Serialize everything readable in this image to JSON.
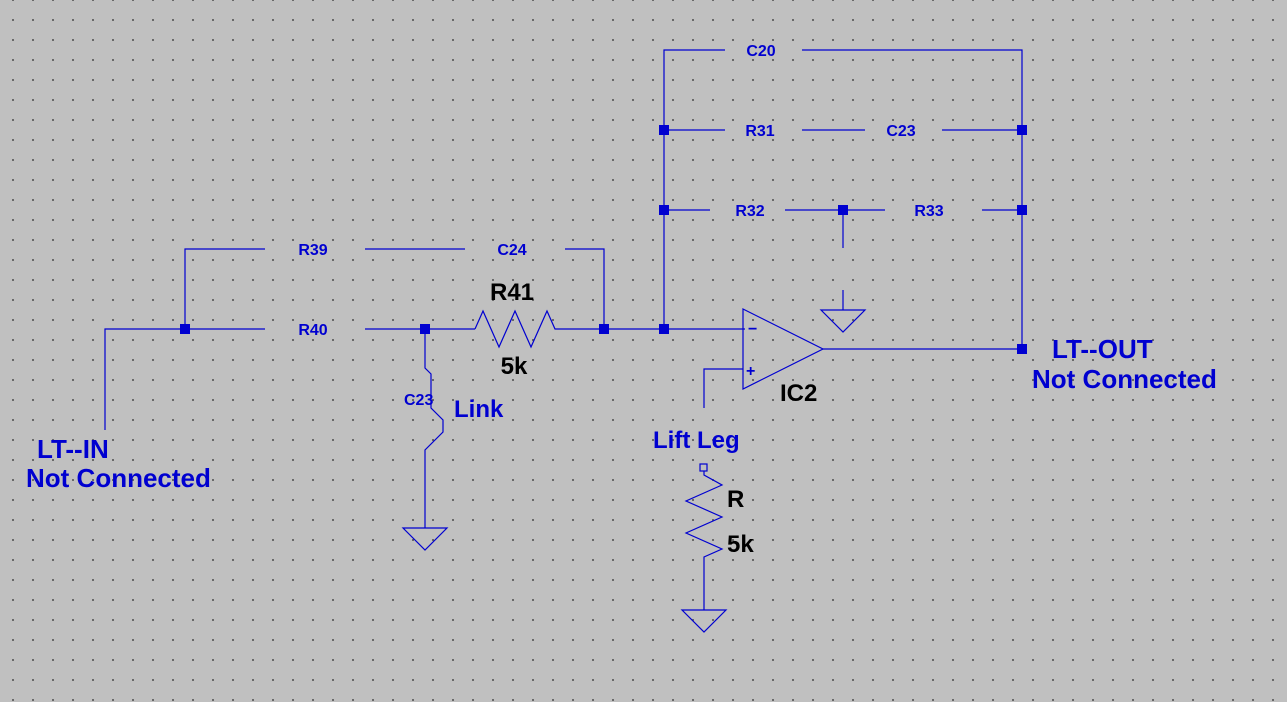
{
  "components": {
    "r39": "R39",
    "c24": "C24",
    "r40": "R40",
    "r41": {
      "name": "R41",
      "value": "5k"
    },
    "c23_link": "C23",
    "link": "Link",
    "c20": "C20",
    "r31": "R31",
    "c23_top": "C23",
    "r32": "R32",
    "r33": "R33",
    "ic2": "IC2",
    "lift_leg": "Lift Leg",
    "r_lift": {
      "name": "R",
      "value": "5k"
    }
  },
  "ports": {
    "input": {
      "name": "LT--IN",
      "status": "Not Connected"
    },
    "output": {
      "name": "LT--OUT",
      "status": "Not Connected"
    }
  },
  "opamp_pins": {
    "inverting": "−",
    "non_inverting": "+"
  },
  "colors": {
    "wire": "#0000d0",
    "background": "#c0c0c0",
    "grid_dot": "#5a5a5a",
    "label_dark": "#000000"
  }
}
